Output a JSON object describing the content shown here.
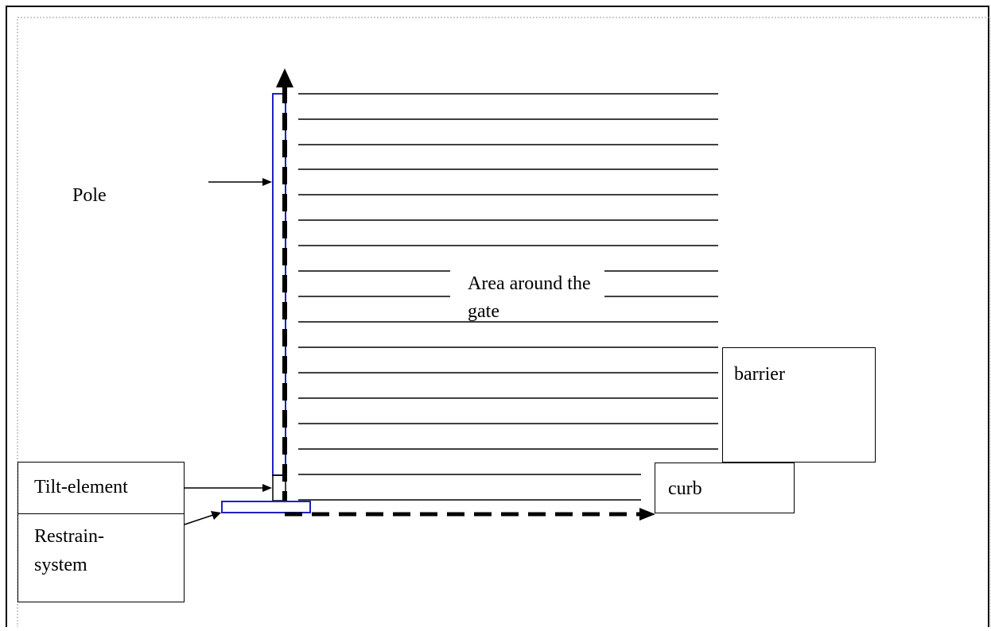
{
  "diagram": {
    "labels": {
      "pole": "Pole",
      "area_line1": "Area around the",
      "area_line2": "gate",
      "barrier": "barrier",
      "curb": "curb",
      "tilt_element": "Tilt-element",
      "restrain_line1": "Restrain-",
      "restrain_line2": "system"
    },
    "colors": {
      "stroke": "#000000",
      "pole_outline": "#2020c0",
      "page_border": "#999999"
    }
  }
}
